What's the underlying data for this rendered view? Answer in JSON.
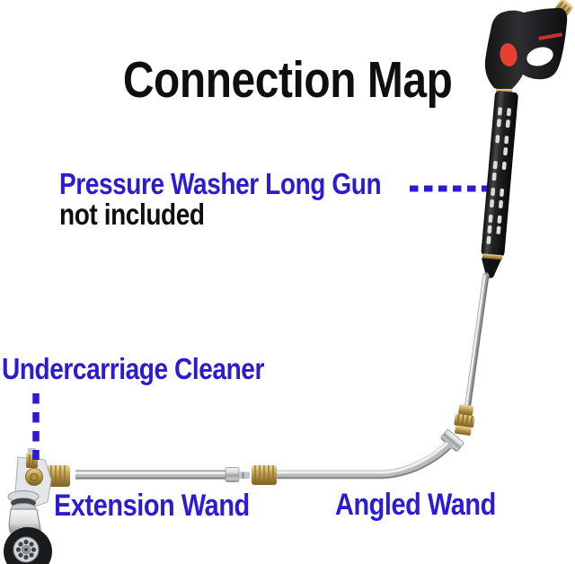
{
  "title": "Connection Map",
  "annotations": {
    "gun_label": "Pressure Washer Long Gun",
    "gun_note": "not included",
    "undercarriage_label": "Undercarriage Cleaner",
    "extension_label": "Extension Wand",
    "angled_label": "Angled Wand"
  },
  "parts_shown": [
    "pressure-washer-long-gun",
    "perforated-lance-grip",
    "vertical-wand",
    "brass-quick-connect",
    "angled-wand",
    "extension-wand",
    "undercarriage-cleaner-corner",
    "caster-wheel"
  ],
  "colors": {
    "label_blue": "#2b1bd2",
    "text_black": "#0f0f0f",
    "background": "#ffffff",
    "gun_black": "#1b1b1e",
    "accent_red": "#e8402f",
    "brass": "#c2a055",
    "chrome": "#c3c6c8"
  }
}
